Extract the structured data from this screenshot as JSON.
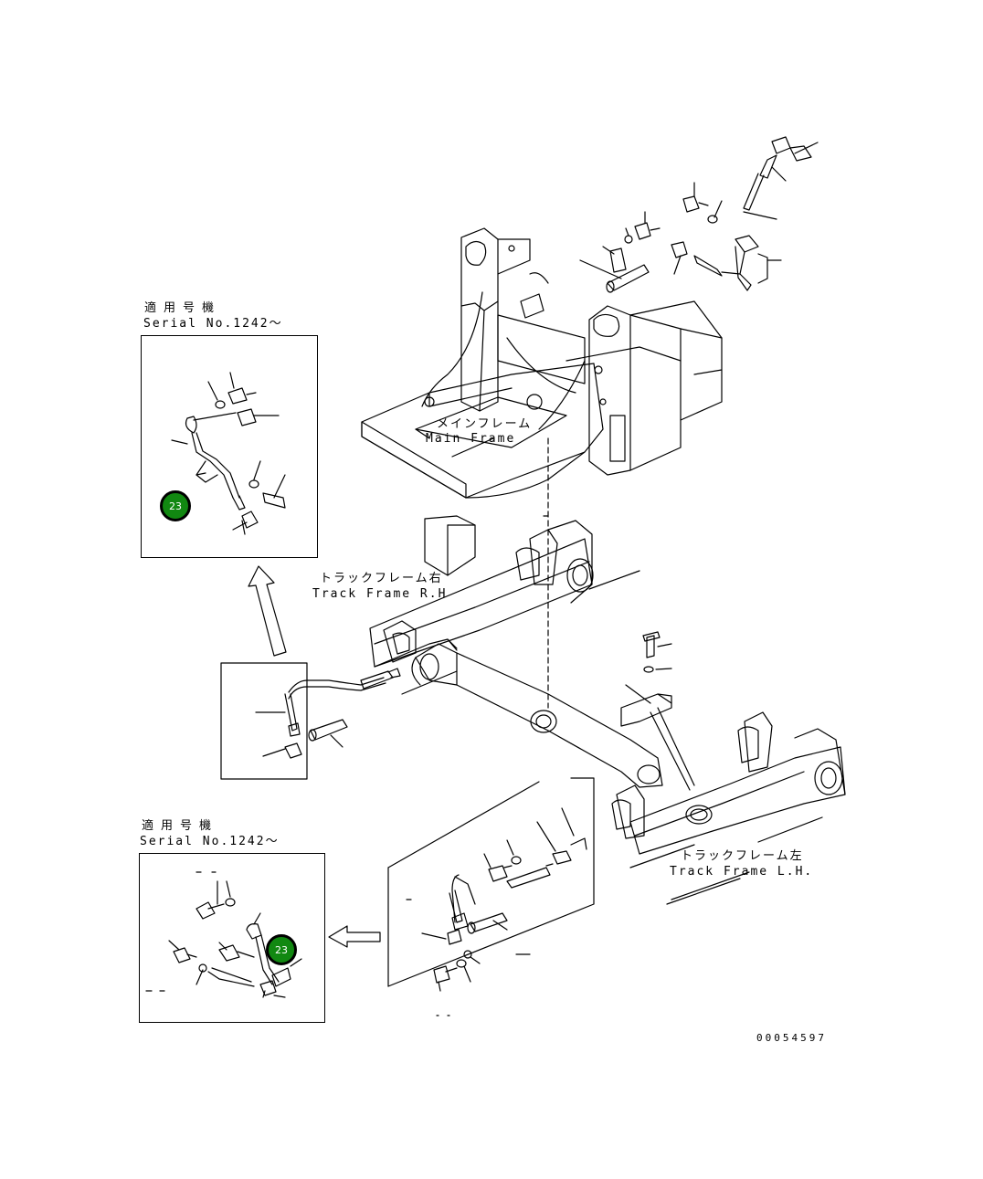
{
  "colors": {
    "line": "#000000",
    "badge_fill": "#118811",
    "badge_text": "#ffffff",
    "background": "#ffffff"
  },
  "labels": {
    "main_frame_jp": "メインフレーム",
    "main_frame_en": "Main Frame",
    "track_frame_rh_jp": "トラックフレーム右",
    "track_frame_rh_en": "Track Frame R.H",
    "track_frame_lh_jp": "トラックフレーム左",
    "track_frame_lh_en": "Track Frame L.H.",
    "drawing_number": "00054597"
  },
  "inset_top": {
    "applicable_jp": "適用号機",
    "serial": "Serial No.1242～",
    "badge": "23"
  },
  "inset_bottom": {
    "applicable_jp": "適用号機",
    "serial": "Serial No.1242～",
    "badge": "23"
  },
  "icons": {
    "top_arrow": "arrow-up-icon",
    "bottom_arrow": "arrow-left-icon"
  }
}
